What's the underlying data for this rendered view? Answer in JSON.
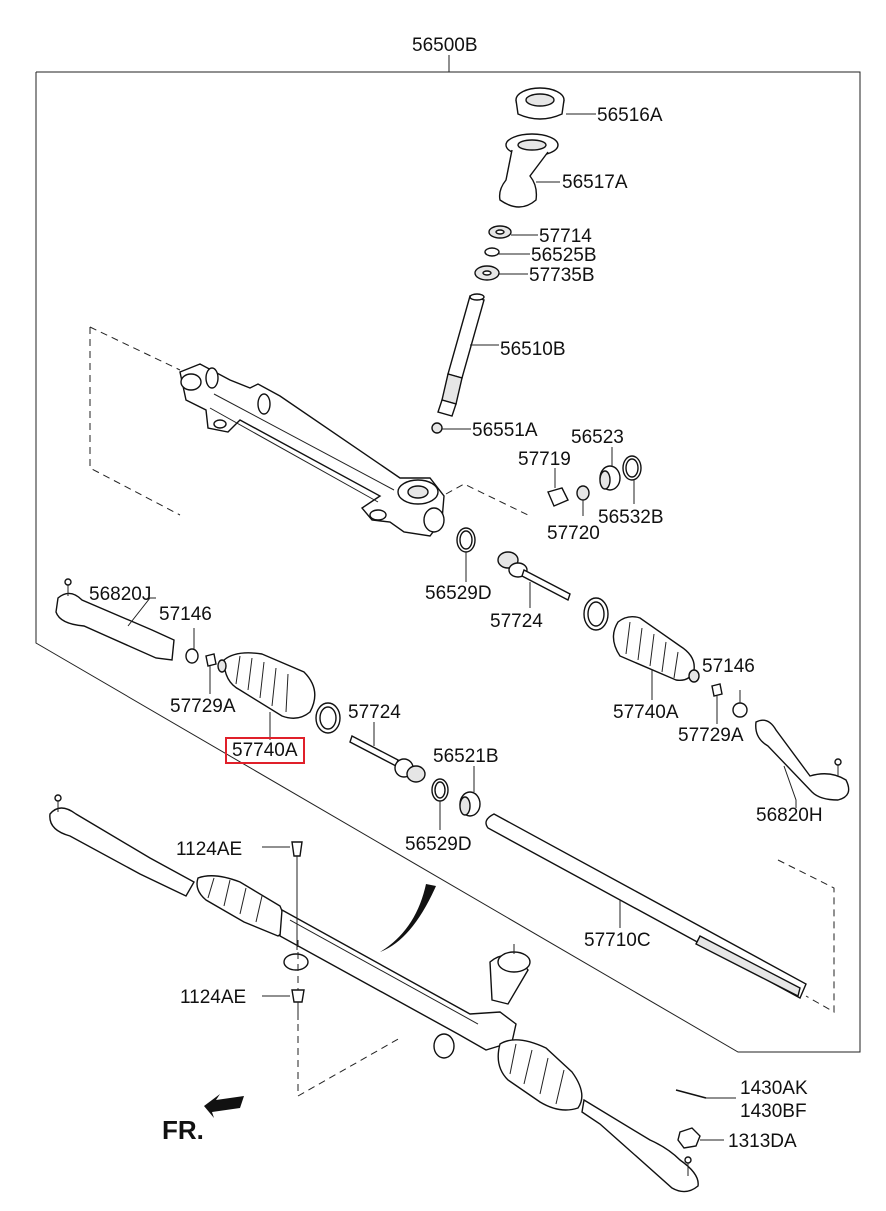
{
  "title": "56500B",
  "labels": {
    "p56516A": "56516A",
    "p56517A": "56517A",
    "p57714": "57714",
    "p56525B": "56525B",
    "p57735B": "57735B",
    "p56510B": "56510B",
    "p56551A": "56551A",
    "p56523": "56523",
    "p57719": "57719",
    "p56532B": "56532B",
    "p57720": "57720",
    "p56529D_top": "56529D",
    "p57724_top": "57724",
    "p56820J": "56820J",
    "p57146_left": "57146",
    "p57729A_left": "57729A",
    "p57740A_left": "57740A",
    "p57724_mid": "57724",
    "p56521B": "56521B",
    "p56529D_mid": "56529D",
    "p57740A_right": "57740A",
    "p57146_right": "57146",
    "p57729A_right": "57729A",
    "p56820H": "56820H",
    "p57710C": "57710C",
    "p1124AE_a": "1124AE",
    "p1124AE_b": "1124AE",
    "p1430AK": "1430AK",
    "p1430BF": "1430BF",
    "p1313DA": "1313DA",
    "fr": "FR."
  },
  "colors": {
    "line": "#222222",
    "highlight": "#e0202a",
    "background": "#ffffff"
  },
  "highlighted_part": "57740A"
}
